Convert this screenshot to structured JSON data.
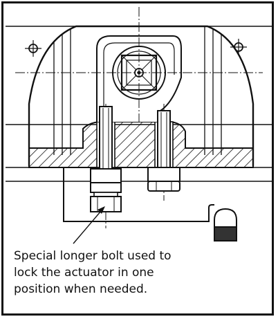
{
  "figure": {
    "caption_lines": [
      "Special longer bolt used to",
      "lock the actuator in one",
      "position when needed."
    ],
    "colors": {
      "line": "#111111",
      "hatch": "#111111",
      "fill_dark": "#333333",
      "background": "#ffffff"
    }
  }
}
